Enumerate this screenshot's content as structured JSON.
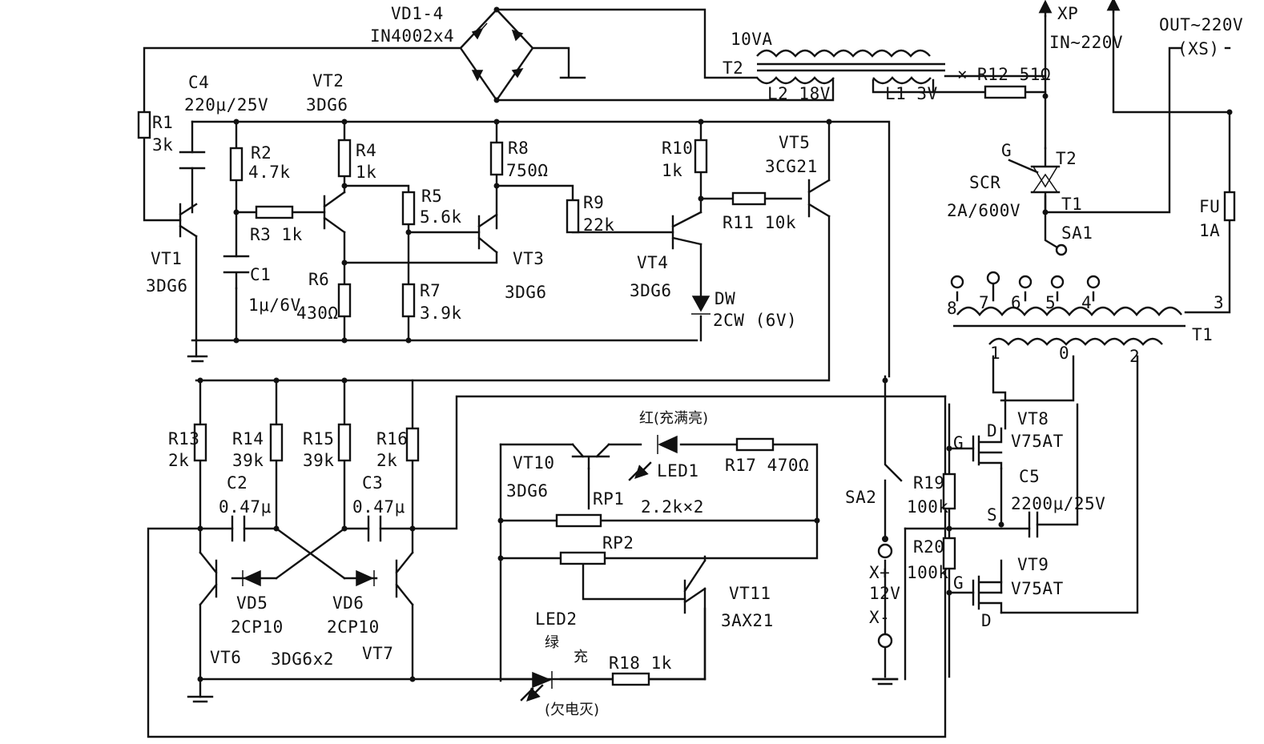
{
  "labels": {
    "vd14": "VD1-4",
    "vd14_type": "IN4002x4",
    "va10": "10VA",
    "t2": "T2",
    "l2": "L2 18V",
    "l1": "L1 3V",
    "x_mark": "×",
    "r12": "R12 51Ω",
    "xp": "XP",
    "in220": "IN~220V",
    "out220": "OUT~220V",
    "xs": "(XS)",
    "c4": "C4",
    "c4_val": "220μ/25V",
    "vt2": "VT2",
    "vt2_type": "3DG6",
    "r1": "R1",
    "r1_val": "3k",
    "r2": "R2",
    "r2_val": "4.7k",
    "r4": "R4",
    "r4_val": "1k",
    "r8": "R8",
    "r8_val": "750Ω",
    "r10": "R10",
    "r10_val": "1k",
    "vt5": "VT5",
    "vt5_type": "3CG21",
    "r5": "R5",
    "r5_val": "5.6k",
    "r9": "R9",
    "r9_val": "22k",
    "r11": "R11 10k",
    "r3": "R3 1k",
    "vt1": "VT1",
    "vt1_type": "3DG6",
    "c1": "C1",
    "c1_val": "1μ/6V",
    "r6": "R6",
    "r6_val": "430Ω",
    "r7": "R7",
    "r7_val": "3.9k",
    "vt3": "VT3",
    "vt3_type": "3DG6",
    "vt4": "VT4",
    "vt4_type": "3DG6",
    "dw": "DW",
    "dw_type": "2CW (6V)",
    "g": "G",
    "t2_term": "T2",
    "t1_term": "T1",
    "scr": "SCR",
    "scr_val": "2A/600V",
    "sa1": "SA1",
    "fu": "FU",
    "fu_val": "1A",
    "tap8": "8",
    "tap7": "7",
    "tap6": "6",
    "tap5": "5",
    "tap4": "4",
    "tap3": "3",
    "t1": "T1",
    "pin1": "1",
    "pin0": "0",
    "pin2": "2",
    "r13": "R13",
    "r13_val": "2k",
    "r14": "R14",
    "r14_val": "39k",
    "r15": "R15",
    "r15_val": "39k",
    "r16": "R16",
    "r16_val": "2k",
    "c2": "C2",
    "c2_val": "0.47μ",
    "c3": "C3",
    "c3_val": "0.47μ",
    "vd5": "VD5",
    "vd5_type": "2CP10",
    "vd6": "VD6",
    "vd6_type": "2CP10",
    "vt6": "VT6",
    "vt67_type": "3DG6x2",
    "vt7": "VT7",
    "red_note": "红(充满亮)",
    "vt10": "VT10",
    "vt10_type": "3DG6",
    "led1": "LED1",
    "r17": "R17 470Ω",
    "rp1": "RP1",
    "rp_val": "2.2k×2",
    "rp2": "RP2",
    "vt11": "VT11",
    "vt11_type": "3AX21",
    "led2": "LED2",
    "green": "绿",
    "charge": "充",
    "r18": "R18 1k",
    "low_note": "(欠电灭)",
    "sa2": "SA2",
    "xplus": "X+",
    "v12": "12V",
    "xminus": "X-",
    "r19": "R19",
    "r19_val": "100k",
    "r20": "R20",
    "r20_val": "100k",
    "vt8": "VT8",
    "vt8_type": "V75AT",
    "vt9": "VT9",
    "vt9_type": "V75AT",
    "c5": "C5",
    "c5_val": "2200μ/25V",
    "d": "D",
    "s": "S"
  }
}
